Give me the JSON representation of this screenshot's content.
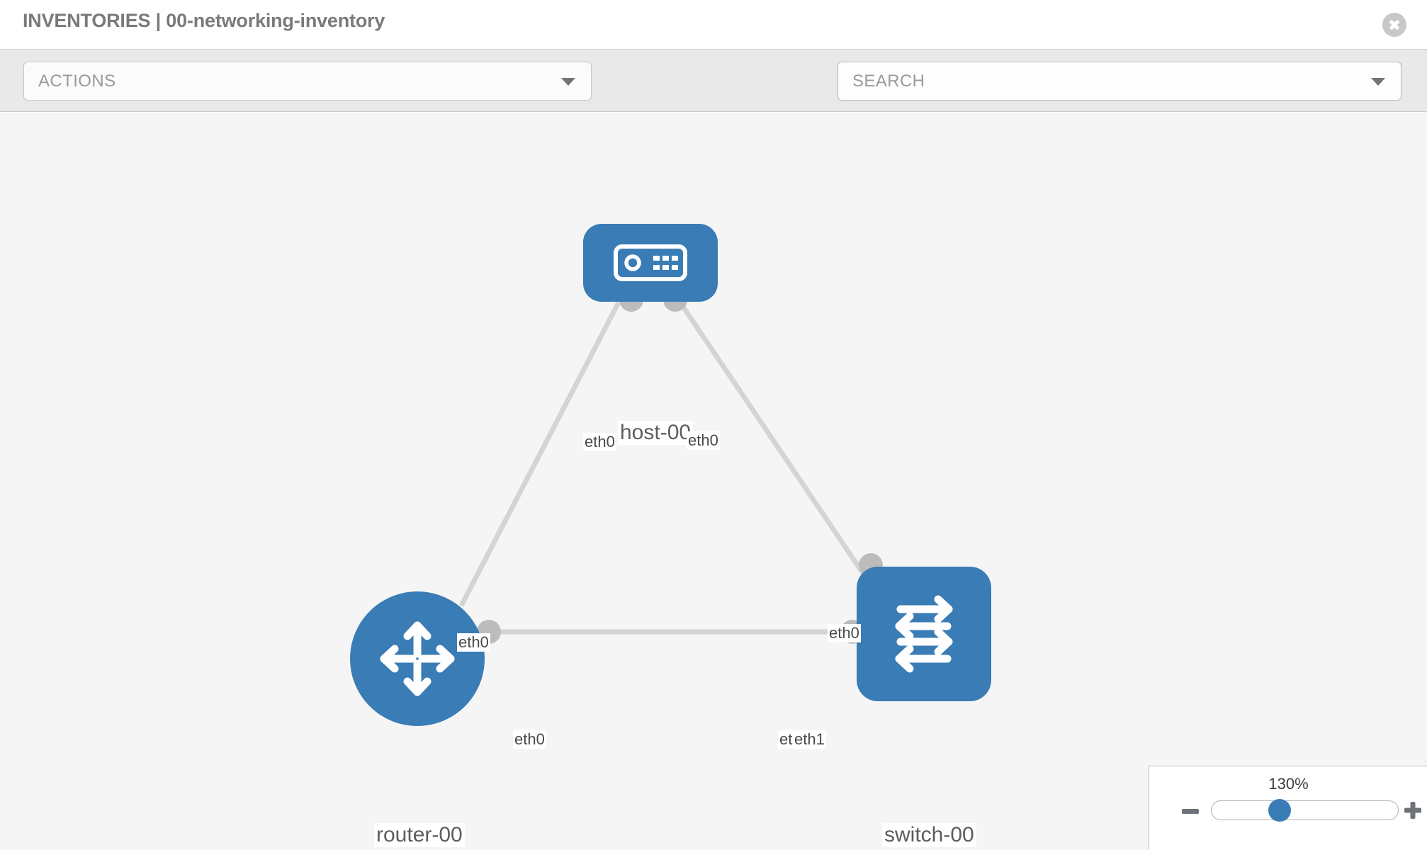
{
  "header": {
    "title": "INVENTORIES | 00-networking-inventory",
    "close_icon": "close-circle-icon"
  },
  "toolbar": {
    "actions_label": "ACTIONS",
    "actions_caret_icon": "chevron-down-icon",
    "wrench_icon": "wrench-icon",
    "key_icon": "key-icon",
    "search_placeholder": "SEARCH",
    "search_value": "",
    "search_caret_icon": "chevron-down-icon"
  },
  "zoom_control": {
    "value_label": "130%",
    "minus_label": "minus-icon",
    "plus_label": "plus-icon",
    "slider_percent": 130,
    "slider_min": 0,
    "slider_max": 200
  },
  "colors": {
    "node_blue": "#3a7cb5",
    "edge_gray": "#d4d4d4",
    "nub_gray": "#bcbcbc",
    "canvas_bg": "#f5f5f5",
    "toolbar_bg": "#e9e9e9",
    "title_gray": "#7a7a7a"
  },
  "topology": {
    "nodes": [
      {
        "id": "host-00",
        "label": "host-00",
        "icon": "server-appliance-icon",
        "shape": "rounded-rect"
      },
      {
        "id": "router-00",
        "label": "router-00",
        "icon": "router-four-arrows-icon",
        "shape": "circle"
      },
      {
        "id": "switch-00",
        "label": "switch-00",
        "icon": "switch-arrows-icon",
        "shape": "rounded-square"
      }
    ],
    "edges": [
      {
        "from": "router-00",
        "to": "host-00",
        "from_port": "eth0",
        "to_port": "eth0"
      },
      {
        "from": "host-00",
        "to": "switch-00",
        "from_port": "eth0",
        "to_port": "eth0"
      },
      {
        "from": "router-00",
        "to": "switch-00",
        "from_port": "eth0",
        "to_port": "eth1"
      }
    ],
    "port_labels": {
      "host_left": "eth0",
      "host_right": "eth0",
      "router_up": "eth0",
      "switch_up": "eth0",
      "router_right": "eth0",
      "switch_left_under": "eth",
      "switch_left": "eth1"
    }
  }
}
